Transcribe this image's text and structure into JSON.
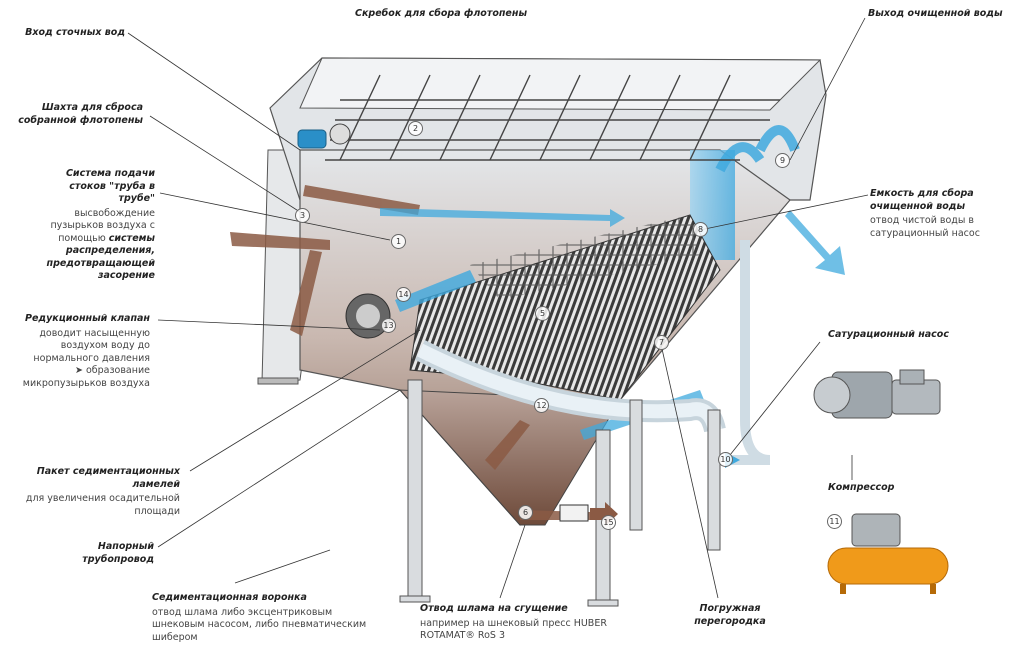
{
  "labels": {
    "scraper": {
      "title": "Скребок для сбора флотопены"
    },
    "inlet": {
      "title": "Вход сточных вод"
    },
    "shaft": {
      "title_line1": "Шахта для сброса",
      "title_line2": "собранной флотопены"
    },
    "feed_system": {
      "title_line1": "Система подачи",
      "title_line2": "стоков \"труба в",
      "title_line3": "трубе\"",
      "desc_line1": "высвобождение",
      "desc_line2": "пузырьков воздуха с",
      "desc_line3_plain": "помощью",
      "desc_line3_bold": "системы",
      "desc_line4": "распределения,",
      "desc_line5": "предотвращающей",
      "desc_line6": "засорение"
    },
    "reducing_valve": {
      "title": "Редукционный клапан",
      "desc_line1": "доводит насыщенную",
      "desc_line2": "воздухом воду до",
      "desc_line3": "нормального давления",
      "desc_line4": "➤ образование",
      "desc_line5": "микропузырьков воздуха"
    },
    "lamella_pack": {
      "title_line1": "Пакет седиментационных",
      "title_line2": "ламелей",
      "desc_line1": "для увеличения осадительной",
      "desc_line2": "площади"
    },
    "pressure_pipe": {
      "title_line1": "Напорный",
      "title_line2": "трубопровод"
    },
    "funnel": {
      "title": "Седиментационная воронка",
      "desc_line1": "отвод шлама либо эксцентриковым",
      "desc_line2": "шнековым насосом, либо пневматическим",
      "desc_line3": "шибером"
    },
    "sludge_out": {
      "title": "Отвод шлама на сгущение",
      "desc_line1": "например на шнековый пресс HUBER",
      "desc_line2": "ROTAMAT® RoS 3"
    },
    "baffle": {
      "title_line1": "Погружная",
      "title_line2": "перегородка"
    },
    "clean_out": {
      "title": "Выход очищенной воды"
    },
    "clean_tank": {
      "title_line1": "Емкость для сбора",
      "title_line2": "очищенной воды",
      "desc_line1": "отвод чистой воды в",
      "desc_line2": "сатурационный насос"
    },
    "sat_pump": {
      "title": "Сатурационный насос"
    },
    "compressor": {
      "title": "Компрессор"
    }
  },
  "markers": [
    "1",
    "2",
    "3",
    "5",
    "6",
    "7",
    "8",
    "9",
    "10",
    "11",
    "12",
    "13",
    "14",
    "15"
  ],
  "colors": {
    "water_blue": "#3fa9de",
    "sludge_brown": "#8b5a44",
    "tank_grey": "#d9dde0",
    "compressor_orange": "#f09a1a",
    "motor_blue": "#2a8fc8"
  }
}
